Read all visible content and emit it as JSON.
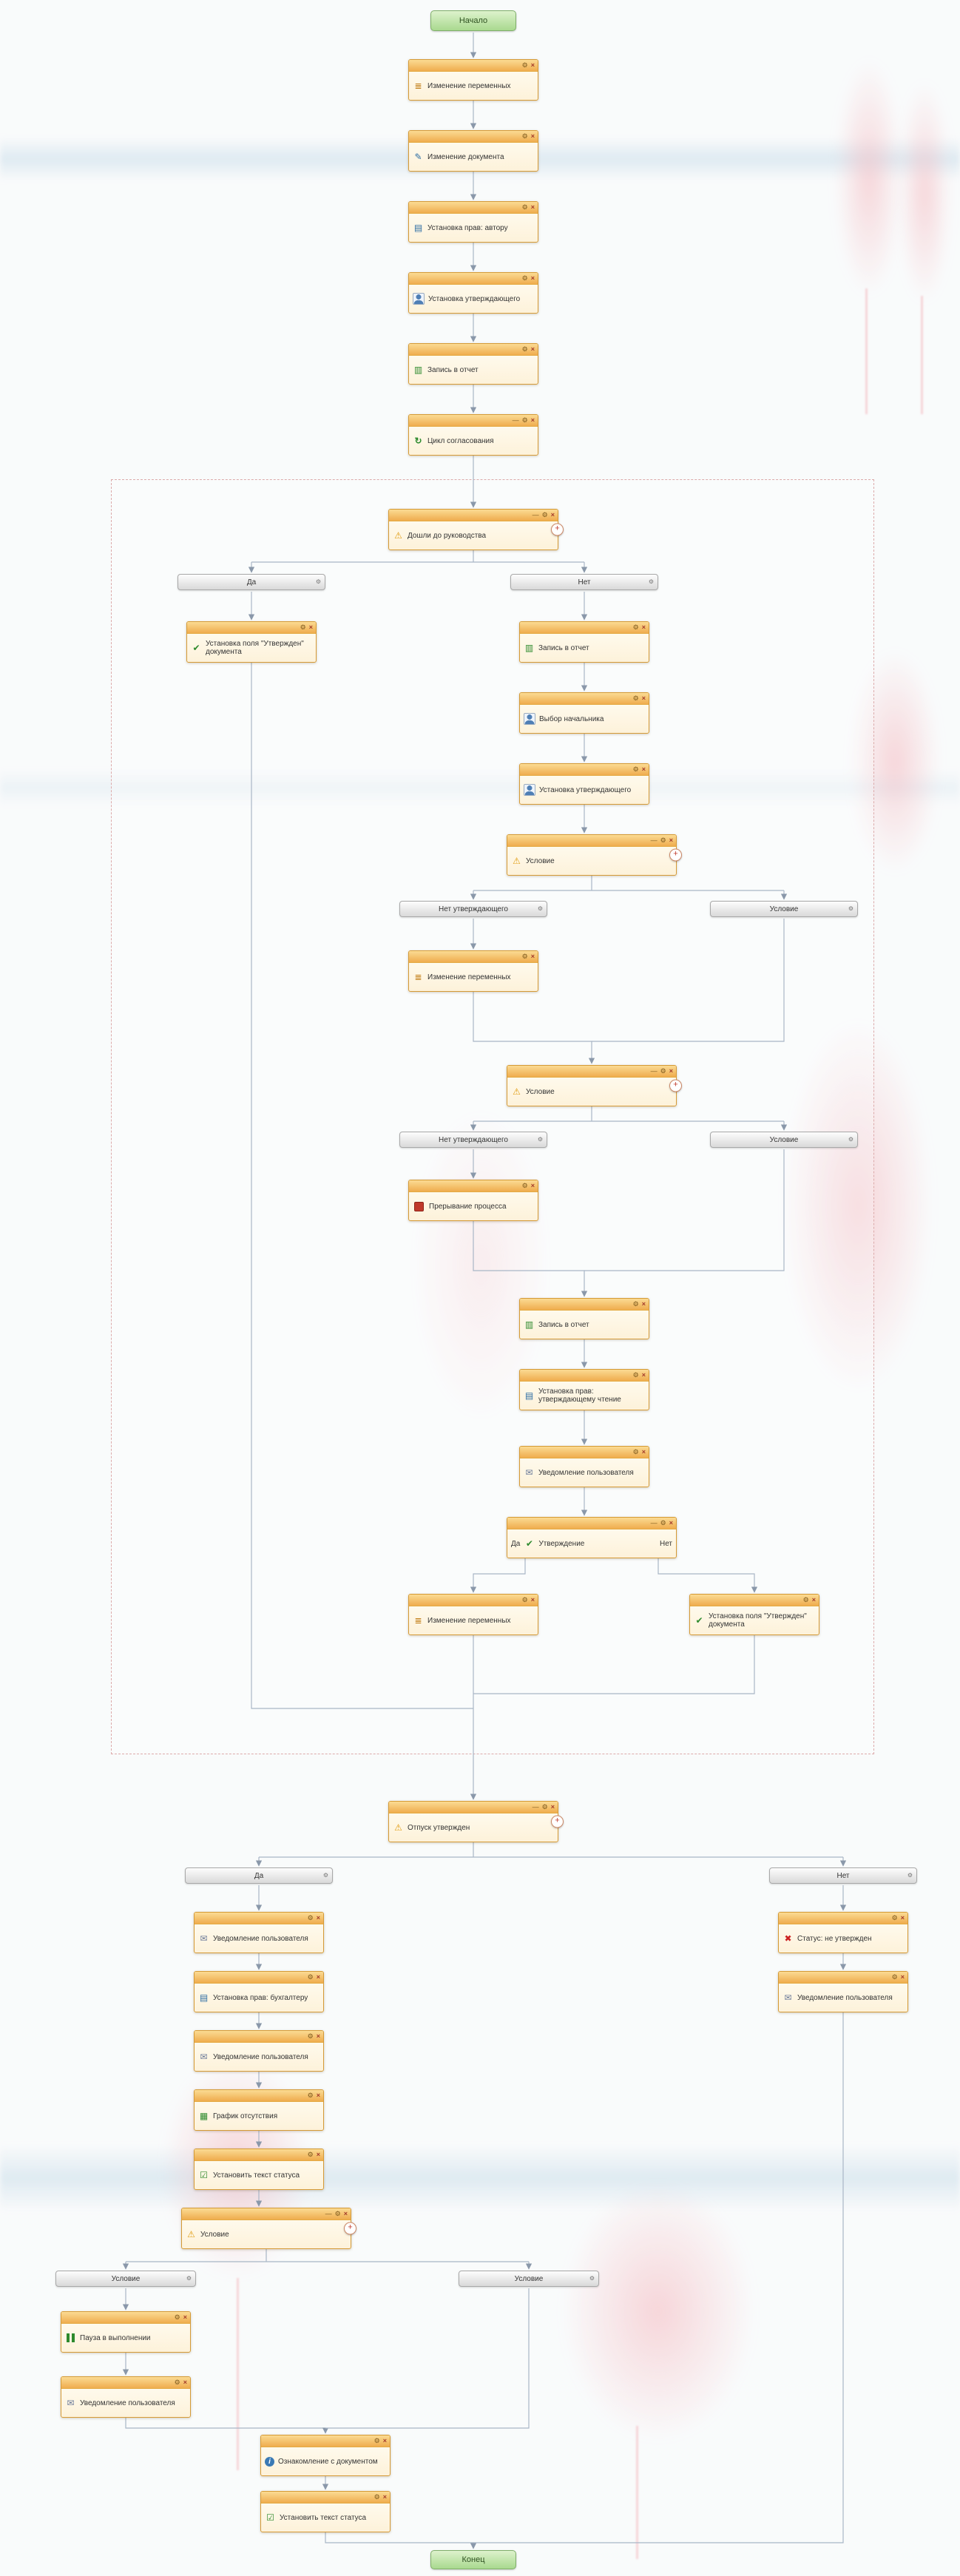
{
  "flow": {
    "start": {
      "label": "Начало"
    },
    "end": {
      "label": "Конец"
    }
  },
  "controls": {
    "minimize": "—",
    "settings": "⚙",
    "close": "×",
    "add": "+"
  },
  "nodes": {
    "n01": {
      "label": "Изменение переменных",
      "icon": "variables-icon"
    },
    "n02": {
      "label": "Изменение документа",
      "icon": "document-edit-icon"
    },
    "n03": {
      "label": "Установка прав: автору",
      "icon": "permissions-icon"
    },
    "n04": {
      "label": "Установка утверждающего",
      "icon": "user-icon"
    },
    "n05": {
      "label": "Запись в отчет",
      "icon": "report-icon"
    },
    "n06": {
      "label": "Цикл согласования",
      "icon": "loop-icon"
    },
    "c1": {
      "label": "Дошли до руководства",
      "icon": "condition-icon"
    },
    "n07": {
      "label": "Установка поля \"Утвержден\" документа",
      "icon": "field-check-icon"
    },
    "n08": {
      "label": "Запись в отчет",
      "icon": "report-icon"
    },
    "n09": {
      "label": "Выбор начальника",
      "icon": "user-icon"
    },
    "n10": {
      "label": "Установка утверждающего",
      "icon": "user-icon"
    },
    "c2": {
      "label": "Условие",
      "icon": "condition-icon"
    },
    "n11": {
      "label": "Изменение переменных",
      "icon": "variables-icon"
    },
    "c3": {
      "label": "Условие",
      "icon": "condition-icon"
    },
    "n12": {
      "label": "Прерывание процесса",
      "icon": "stop-icon"
    },
    "n13": {
      "label": "Запись в отчет",
      "icon": "report-icon"
    },
    "n14": {
      "label": "Установка прав: утверждающему чтение",
      "icon": "permissions-icon"
    },
    "n15": {
      "label": "Уведомление пользователя",
      "icon": "notification-icon"
    },
    "c4": {
      "label": "Утверждение",
      "icon": "approve-icon",
      "yes": "Да",
      "no": "Нет"
    },
    "n16": {
      "label": "Изменение переменных",
      "icon": "variables-icon"
    },
    "n17": {
      "label": "Установка поля \"Утвержден\" документа",
      "icon": "field-check-icon"
    },
    "c5": {
      "label": "Отпуск утвержден",
      "icon": "condition-icon"
    },
    "n18": {
      "label": "Уведомление пользователя",
      "icon": "notification-icon"
    },
    "n19": {
      "label": "Установка прав: бухгалтеру",
      "icon": "permissions-icon"
    },
    "n20": {
      "label": "Уведомление пользователя",
      "icon": "notification-icon"
    },
    "n21": {
      "label": "График отсутствия",
      "icon": "calendar-icon"
    },
    "n22": {
      "label": "Установить текст статуса",
      "icon": "status-text-icon"
    },
    "c6": {
      "label": "Условие",
      "icon": "condition-icon"
    },
    "n23": {
      "label": "Пауза в выполнении",
      "icon": "pause-icon"
    },
    "n24": {
      "label": "Уведомление пользователя",
      "icon": "notification-icon"
    },
    "n25": {
      "label": "Ознакомление с документом",
      "icon": "acquaint-icon"
    },
    "n26": {
      "label": "Установить текст статуса",
      "icon": "status-text-icon"
    },
    "n27": {
      "label": "Статус: не утвержден",
      "icon": "status-no-icon"
    },
    "n28": {
      "label": "Уведомление пользователя",
      "icon": "notification-icon"
    }
  },
  "branches": {
    "b1": {
      "label": "Да"
    },
    "b2": {
      "label": "Нет"
    },
    "b3": {
      "label": "Нет утверждающего"
    },
    "b4": {
      "label": "Условие"
    },
    "b5": {
      "label": "Нет утверждающего"
    },
    "b6": {
      "label": "Условие"
    },
    "b7": {
      "label": "Да"
    },
    "b8": {
      "label": "Нет"
    },
    "b9": {
      "label": "Условие"
    },
    "b10": {
      "label": "Условие"
    }
  },
  "colors": {
    "node_header": "#efac4e",
    "node_border": "#d59a36",
    "edge": "#a9b6c6",
    "start_end": "#a9d98f",
    "loop_region_border": "#dcaaaa"
  }
}
